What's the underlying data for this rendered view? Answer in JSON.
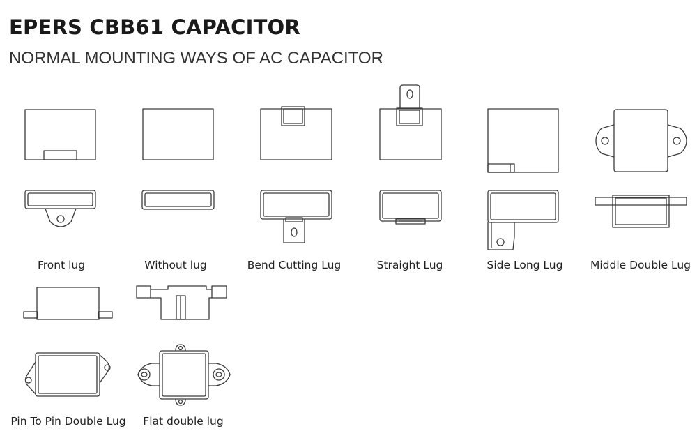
{
  "header": {
    "title": "EPERS CBB61 CAPACITOR",
    "subtitle": "NORMAL MOUNTING WAYS OF AC CAPACITOR"
  },
  "mounting_types": [
    {
      "label": "Front lug"
    },
    {
      "label": "Without lug"
    },
    {
      "label": "Bend Cutting Lug"
    },
    {
      "label": "Straight Lug"
    },
    {
      "label": "Side Long Lug"
    },
    {
      "label": "Middle Double Lug"
    },
    {
      "label": "Pin To Pin Double Lug"
    },
    {
      "label": "Flat double lug"
    }
  ],
  "colors": {
    "line": "#3a3a3a",
    "background": "#ffffff"
  }
}
